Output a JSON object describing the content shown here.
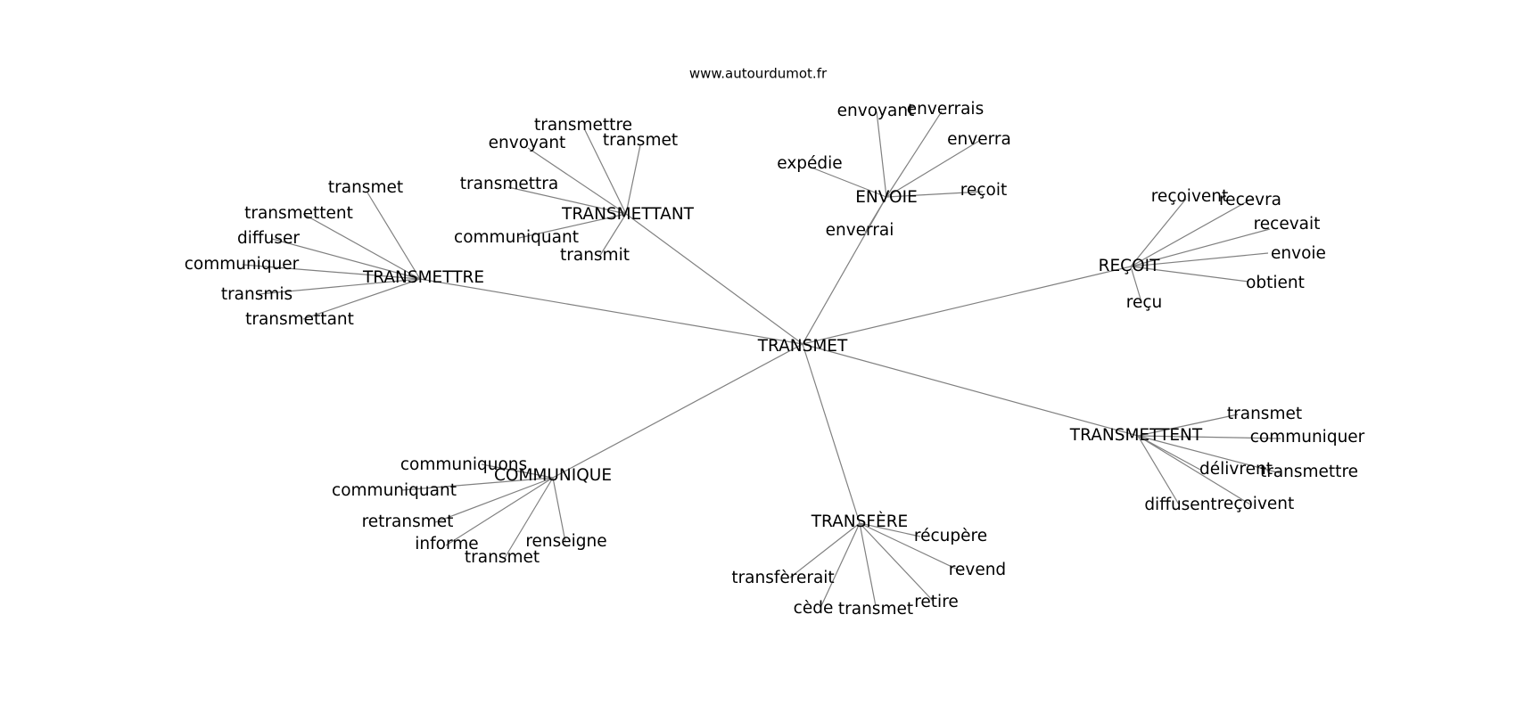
{
  "site": "www.autourdumot.fr",
  "graph": {
    "root": "TRANSMET",
    "clusters": [
      {
        "id": "transmettre",
        "label": "TRANSMETTRE",
        "leaves": [
          "transmet",
          "transmettent",
          "diffuser",
          "communiquer",
          "transmis",
          "transmettant"
        ]
      },
      {
        "id": "transmettant",
        "label": "TRANSMETTANT",
        "leaves": [
          "transmettre",
          "transmet",
          "envoyant",
          "transmettra",
          "communiquant",
          "transmit"
        ]
      },
      {
        "id": "envoie",
        "label": "ENVOIE",
        "leaves": [
          "envoyant",
          "enverrais",
          "enverra",
          "expédie",
          "reçoit",
          "enverrai"
        ]
      },
      {
        "id": "recoit",
        "label": "REÇOIT",
        "leaves": [
          "reçoivent",
          "recevra",
          "recevait",
          "envoie",
          "obtient",
          "reçu"
        ]
      },
      {
        "id": "transmettent",
        "label": "TRANSMETTENT",
        "leaves": [
          "transmet",
          "communiquer",
          "transmettre",
          "délivrent",
          "diffusent",
          "reçoivent"
        ]
      },
      {
        "id": "transfere",
        "label": "TRANSFÈRE",
        "leaves": [
          "récupère",
          "revend",
          "retire",
          "transmet",
          "cède",
          "transfèrerait"
        ]
      },
      {
        "id": "communique",
        "label": "COMMUNIQUE",
        "leaves": [
          "communiquons",
          "communiquant",
          "retransmet",
          "informe",
          "transmet",
          "renseigne"
        ]
      }
    ]
  }
}
